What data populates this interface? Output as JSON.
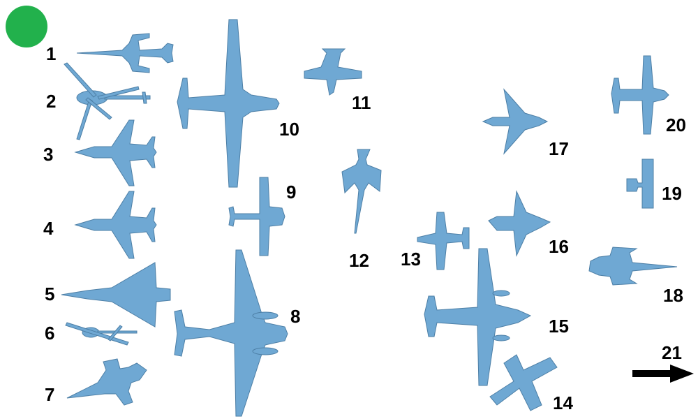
{
  "colors": {
    "silhouette": "#6fa8d3",
    "outline": "#4d7fa6",
    "marker": "#22b14c",
    "arrow": "#000000"
  },
  "icons": {
    "marker": "green-circle-icon",
    "arrow": "right-arrow-icon"
  },
  "labels": {
    "l1": "1",
    "l2": "2",
    "l3": "3",
    "l4": "4",
    "l5": "5",
    "l6": "6",
    "l7": "7",
    "l8": "8",
    "l9": "9",
    "l10": "10",
    "l11": "11",
    "l12": "12",
    "l13": "13",
    "l14": "14",
    "l15": "15",
    "l16": "16",
    "l17": "17",
    "l18": "18",
    "l19": "19",
    "l20": "20",
    "l21": "21"
  }
}
